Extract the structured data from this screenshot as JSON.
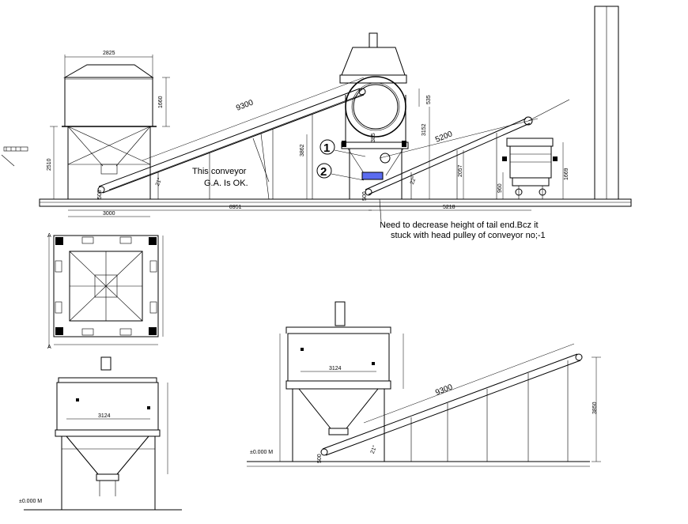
{
  "drawing": {
    "notes": {
      "conveyor_ok_line1": "This conveyor",
      "conveyor_ok_line2": "G.A. Is OK.",
      "tail_end_line1": "Need to decrease height of tail end.Bcz it",
      "tail_end_line2": "stuck with head pulley of conveyor no;-1"
    },
    "callouts": {
      "one": "1",
      "two": "2"
    },
    "top_view_dims": {
      "silo_width": "2825",
      "silo_top_height": "1660",
      "silo_leg_height": "2510",
      "silo_base": "3000",
      "conveyor1_length": "9300",
      "conveyor1_tail": "500",
      "conveyor1_angle": "21°",
      "total_span": "8951",
      "dryer_height": "3862",
      "dryer_top": "535",
      "dryer_mid": "385",
      "dryer_side": "3152",
      "conveyor2_length": "5200",
      "conveyor2_tail": "500",
      "conveyor2_angle": "22°",
      "conveyor2_height": "2057",
      "conveyor2_span": "5218",
      "feeder_height": "960",
      "feeder_total": "1669"
    },
    "bottom_dims": {
      "hopper_width": "3124",
      "hopper_width_left": "3124",
      "level_left": "±0.000 M",
      "level_right": "±0.000 M",
      "conveyor_length": "9300",
      "conveyor_height": "3850",
      "tail_dim": "500",
      "angle": "21°"
    },
    "section_mark": "A"
  }
}
